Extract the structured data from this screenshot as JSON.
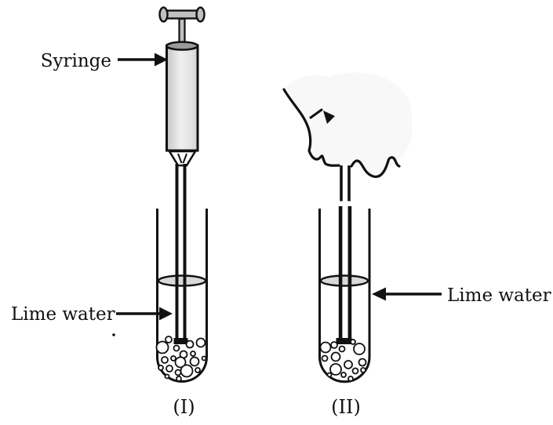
{
  "labels": {
    "syringe": "Syringe",
    "lime_water_1": "Lime water",
    "lime_water_2": "Lime water"
  },
  "captions": {
    "setup1": "(I)",
    "setup2": "(II)"
  },
  "colors": {
    "ink": "#111111",
    "metal_fill": "#c0c0c0",
    "barrel_top_fill": "#9a9a9a",
    "barrel_fill_mid": "#e9e9e9",
    "face_fill": "#f8f8f8",
    "liquid_surface_fill": "#d9d9d9",
    "bubble_fill": "#ffffff",
    "background": "#ffffff"
  }
}
